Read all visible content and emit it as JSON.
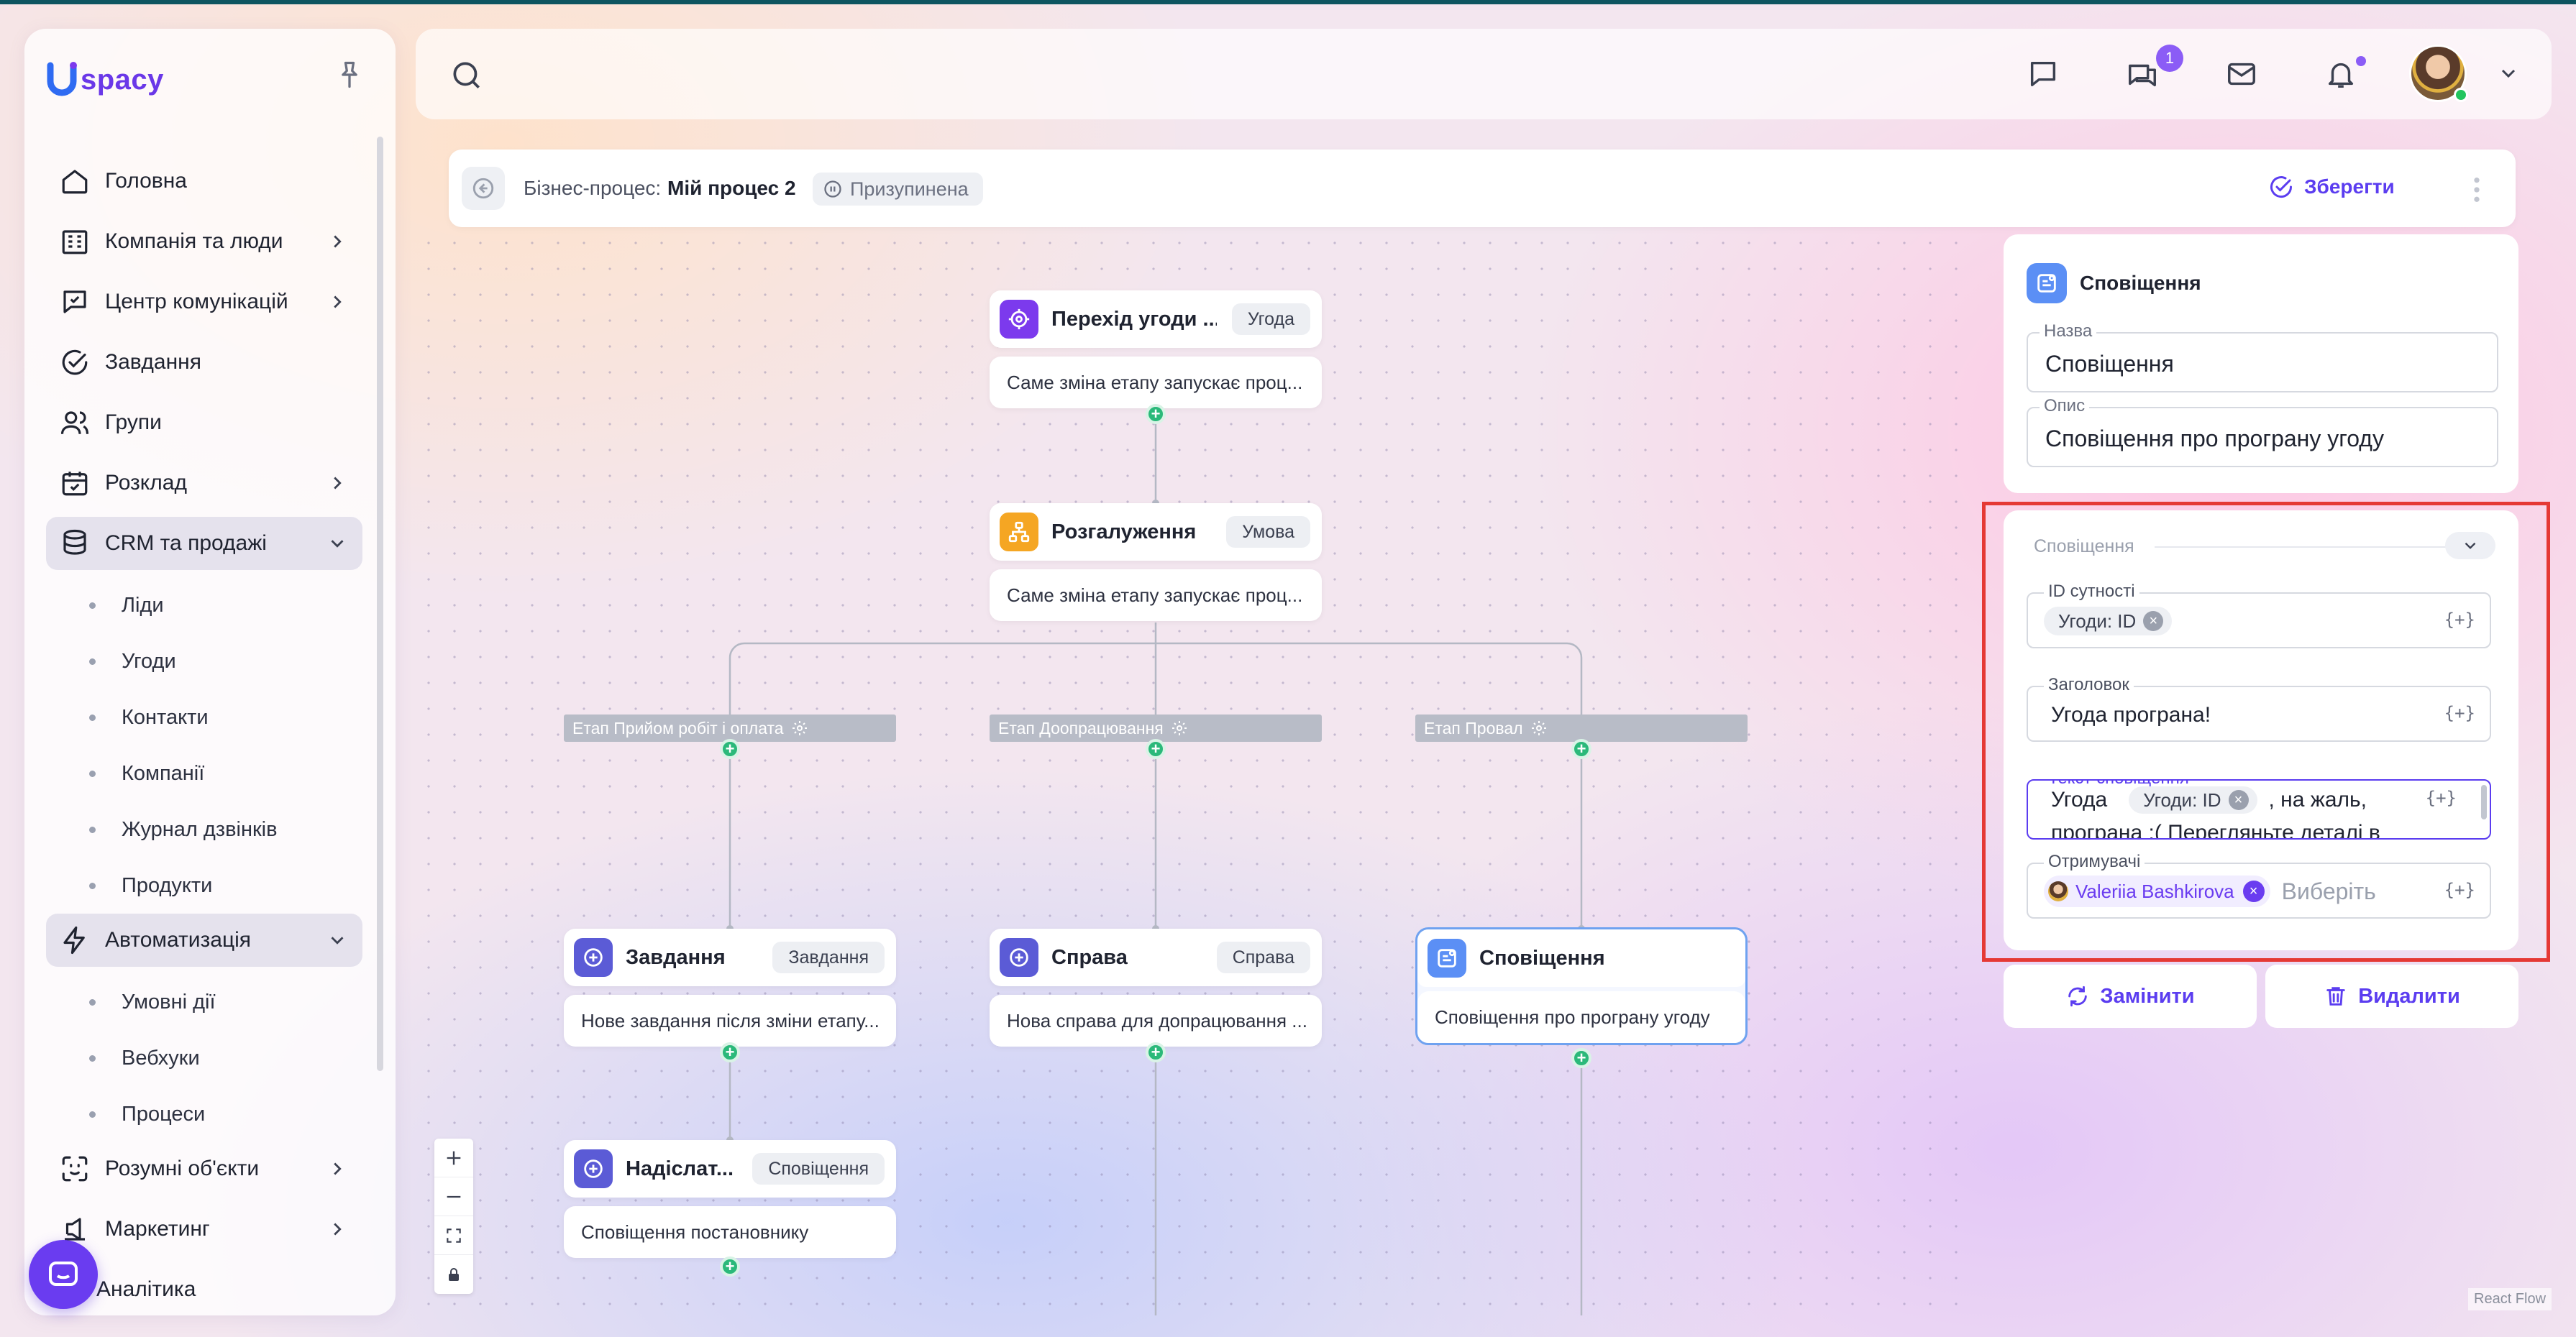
{
  "app": {
    "logo_text": "spacy",
    "logo_letter": "U"
  },
  "sidebar": {
    "items": [
      {
        "label": "Головна",
        "icon": "home-icon",
        "chevron": false
      },
      {
        "label": "Компанія та люди",
        "icon": "company-icon",
        "chevron": true
      },
      {
        "label": "Центр комунікацій",
        "icon": "communication-icon",
        "chevron": true
      },
      {
        "label": "Завдання",
        "icon": "check-circle-icon",
        "chevron": false
      },
      {
        "label": "Групи",
        "icon": "users-icon",
        "chevron": false
      },
      {
        "label": "Розклад",
        "icon": "calendar-icon",
        "chevron": true
      },
      {
        "label": "CRM та продажі",
        "icon": "database-icon",
        "chevron": true
      },
      {
        "label": "Автоматизація",
        "icon": "lightning-icon",
        "chevron": true
      },
      {
        "label": "Розумні об'єкти",
        "icon": "scan-face-icon",
        "chevron": true
      },
      {
        "label": "Маркетинг",
        "icon": "marketing-icon",
        "chevron": true
      },
      {
        "label": "Аналітика",
        "icon": "chart-icon",
        "chevron": false
      }
    ],
    "crm_sub": [
      "Ліди",
      "Угоди",
      "Контакти",
      "Компанії",
      "Журнал дзвінків",
      "Продукти"
    ],
    "automation_sub": [
      "Умовні дії",
      "Вебхуки",
      "Процеси"
    ]
  },
  "topbar": {
    "chat_badge": "1"
  },
  "process": {
    "label": "Бізнес-процес:",
    "name": "Мій процес 2",
    "status": "Призупинена",
    "save_label": "Зберегти"
  },
  "flow": {
    "trigger": {
      "title": "Перехід угоди ...",
      "tag": "Угода",
      "body": "Саме зміна етапу запускає проц..."
    },
    "branch": {
      "title": "Розгалуження",
      "tag": "Умова",
      "body": "Саме зміна етапу запускає проц..."
    },
    "stages": [
      "Етап Прийом робіт і оплата",
      "Етап Доопрацювання",
      "Етап Провал"
    ],
    "task": {
      "title": "Завдання",
      "tag": "Завдання",
      "body": "Нове завдання після зміни етапу..."
    },
    "case": {
      "title": "Справа",
      "tag": "Справа",
      "body": "Нова справа для допрацювання ..."
    },
    "notify": {
      "title": "Сповіщення",
      "body": "Сповіщення про програну угоду"
    },
    "send": {
      "title": "Надіслат...",
      "tag": "Сповіщення",
      "body": "Сповіщення постановнику"
    }
  },
  "react_flow_label": "React Flow",
  "panel": {
    "title": "Сповіщення",
    "name_label": "Назва",
    "name_value": "Сповіщення",
    "desc_label": "Опис",
    "desc_value": "Сповіщення про програну угоду",
    "section_title": "Сповіщення",
    "entity_label": "ID сутності",
    "entity_chip": "Угоди: ID",
    "heading_label": "Заголовок",
    "heading_value": "Угода програна!",
    "text_label": "Текст сповіщення",
    "text_before": "Угода",
    "text_chip": "Угоди: ID",
    "text_after": ", на жаль,",
    "text_line2": "програна :( Перегляньте деталі в",
    "recipients_label": "Отримувачі",
    "recipient_name": "Valeriia Bashkirova",
    "recipients_placeholder": "Виберіть",
    "var_button": "{+}",
    "replace_label": "Замінити",
    "delete_label": "Видалити"
  },
  "colors": {
    "accent": "#5b3df0",
    "highlight": "#e53935",
    "handle": "#2bb97a"
  }
}
